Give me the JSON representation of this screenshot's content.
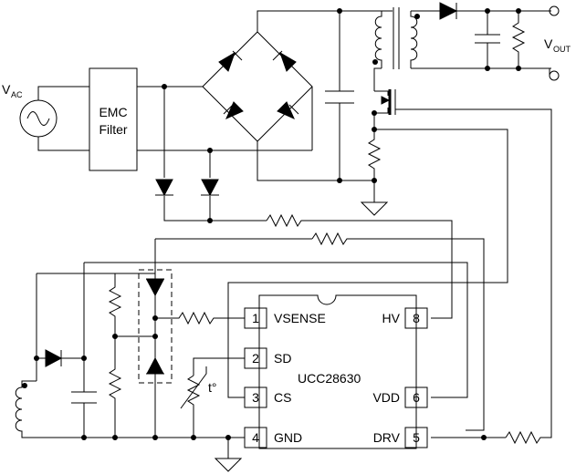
{
  "labels": {
    "vac": "V",
    "vac_sub": "AC",
    "vout": "V",
    "vout_sub": "OUT",
    "emc_line1": "EMC",
    "emc_line2": "Filter",
    "thermistor": "t°",
    "ic_name": "UCC28630"
  },
  "pins": [
    {
      "num": "1",
      "name": "VSENSE"
    },
    {
      "num": "2",
      "name": "SD"
    },
    {
      "num": "3",
      "name": "CS"
    },
    {
      "num": "4",
      "name": "GND"
    },
    {
      "num": "8",
      "name": "HV"
    },
    {
      "num": "6",
      "name": "VDD"
    },
    {
      "num": "5",
      "name": "DRV"
    }
  ],
  "icons": [
    "ac-source-icon",
    "bridge-rectifier-icon",
    "transformer-icon",
    "mosfet-icon",
    "ground-icon",
    "diode-icon",
    "resistor-icon",
    "capacitor-icon",
    "thermistor-icon",
    "output-terminal-icon"
  ]
}
